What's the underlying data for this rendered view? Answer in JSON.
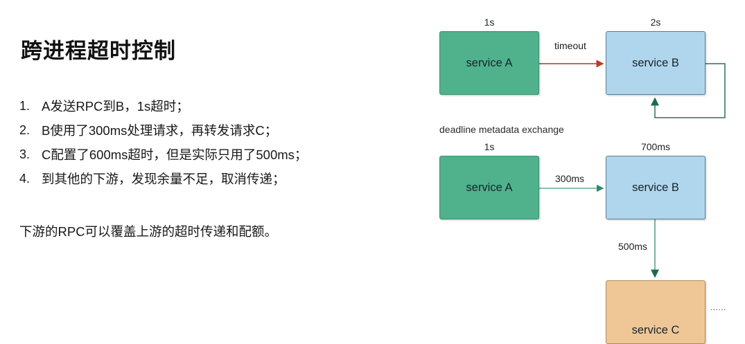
{
  "slide": {
    "title": "跨进程超时控制",
    "bullets": [
      {
        "marker": "1.",
        "text": "A发送RPC到B，1s超时；"
      },
      {
        "marker": "2.",
        "text": "B使用了300ms处理请求，再转发请求C；"
      },
      {
        "marker": "3.",
        "text": "C配置了600ms超时，但是实际只用了500ms；"
      },
      {
        "marker": "4.",
        "text": "到其他的下游，发现余量不足，取消传递；"
      }
    ],
    "closing_note": "下游的RPC可以覆盖上游的超时传递和配额。"
  },
  "diagram": {
    "section_note": "deadline metadata exchange",
    "ellipsis": "......",
    "colors": {
      "green_fill": "#4fb28c",
      "green_stroke": "#3d8f70",
      "blue_fill": "#b0d6ed",
      "blue_stroke": "#5b7b90",
      "orange_fill": "#efc797",
      "orange_stroke": "#b08a5a",
      "red_arrow": "#9e3b32",
      "green_arrow": "#2e6f5c",
      "teal_arrow": "#6aa898"
    },
    "top": {
      "service_a": {
        "label": "service A",
        "capacity": "1s"
      },
      "service_b": {
        "label": "service B",
        "capacity": "2s"
      },
      "edge_a_to_b": "timeout"
    },
    "bottom": {
      "service_a": {
        "label": "service A",
        "capacity": "1s"
      },
      "service_b": {
        "label": "service B",
        "capacity": "700ms"
      },
      "service_c": {
        "label": "service C",
        "capacity": ""
      },
      "edge_a_to_b": "300ms",
      "edge_b_to_c": "500ms"
    }
  }
}
